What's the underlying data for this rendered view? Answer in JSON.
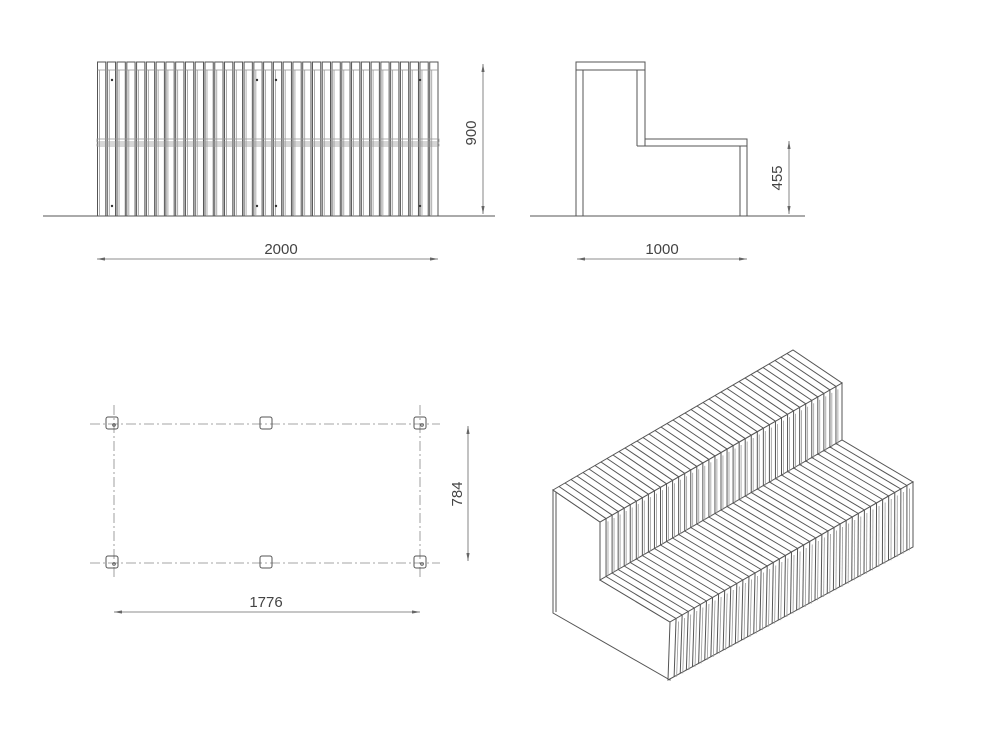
{
  "drawing": {
    "front_view": {
      "width_label": "2000",
      "height_label": "900",
      "slat_count": 35
    },
    "side_view": {
      "depth_label": "1000",
      "seat_height_label": "455"
    },
    "plan_view": {
      "length_label": "1776",
      "depth_label": "784"
    },
    "iso_view": {
      "slat_count": 40
    }
  },
  "colors": {
    "line": "#555555",
    "background": "#ffffff"
  }
}
